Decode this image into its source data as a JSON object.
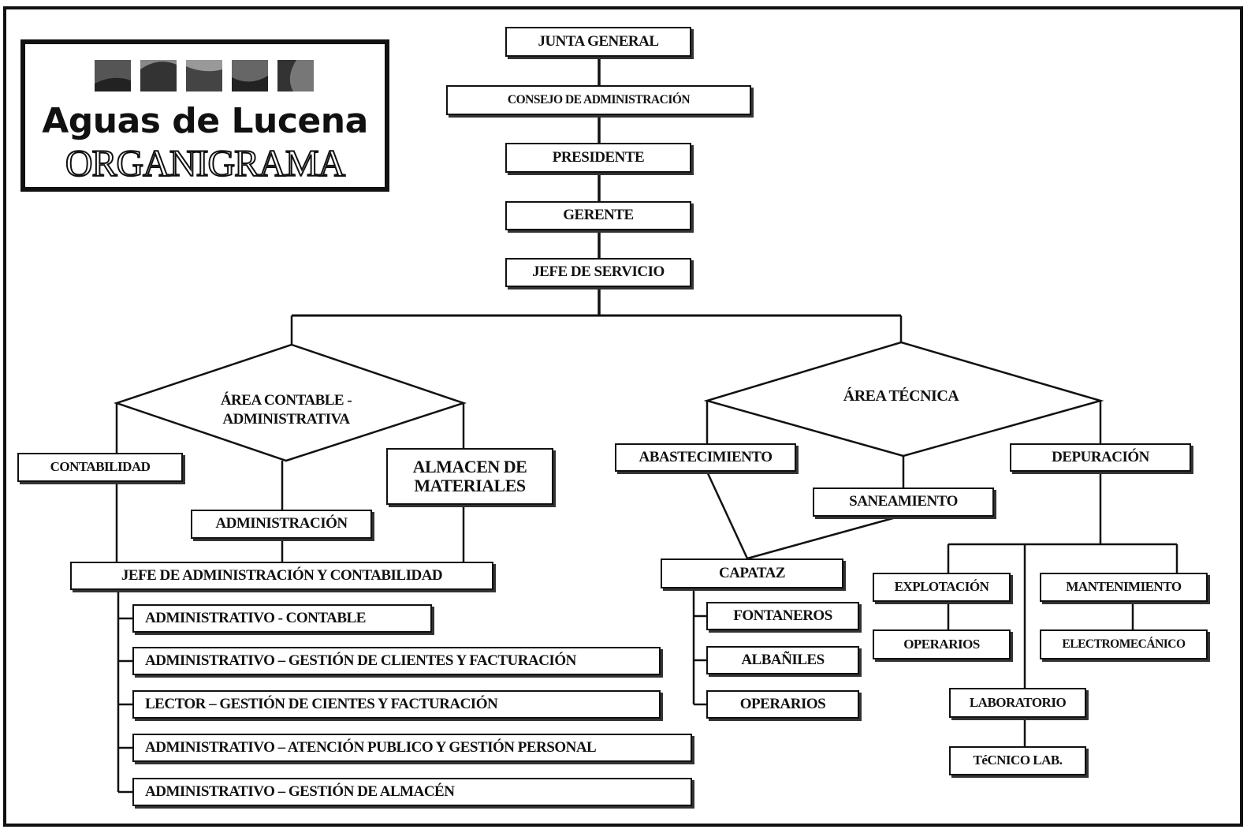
{
  "logo": {
    "name": "Aguas de Lucena",
    "subtitle": "ORGANIGRAMA"
  },
  "chain": {
    "junta": "JUNTA GENERAL",
    "consejo": "CONSEJO DE ADMINISTRACIÓN",
    "presidente": "PRESIDENTE",
    "gerente": "GERENTE",
    "jefe_servicio": "JEFE DE SERVICIO"
  },
  "area_contable": {
    "label_line1": "ÁREA CONTABLE -",
    "label_line2": "ADMINISTRATIVA",
    "contabilidad": "CONTABILIDAD",
    "administracion": "ADMINISTRACIÓN",
    "almacen_line1": "ALMACEN DE",
    "almacen_line2": "MATERIALES",
    "jefe_admin": "JEFE DE ADMINISTRACIÓN Y CONTABILIDAD",
    "staff": [
      "ADMINISTRATIVO - CONTABLE",
      "ADMINISTRATIVO – GESTIÓN DE CLIENTES Y FACTURACIÓN",
      "LECTOR – GESTIÓN DE CIENTES Y FACTURACIÓN",
      "ADMINISTRATIVO – ATENCIÓN PUBLICO Y GESTIÓN PERSONAL",
      "ADMINISTRATIVO – GESTIÓN DE ALMACÉN"
    ]
  },
  "area_tecnica": {
    "label": "ÁREA TÉCNICA",
    "abastecimiento": "ABASTECIMIENTO",
    "saneamiento": "SANEAMIENTO",
    "depuracion": "DEPURACIÓN",
    "capataz": "CAPATAZ",
    "capataz_staff": [
      "FONTANEROS",
      "ALBAÑILES",
      "OPERARIOS"
    ],
    "explotacion": "EXPLOTACIÓN",
    "operarios": "OPERARIOS",
    "mantenimiento": "MANTENIMIENTO",
    "electromecanico": "ELECTROMECÁNICO",
    "laboratorio": "LABORATORIO",
    "tecnico_lab": "TéCNICO LAB."
  }
}
